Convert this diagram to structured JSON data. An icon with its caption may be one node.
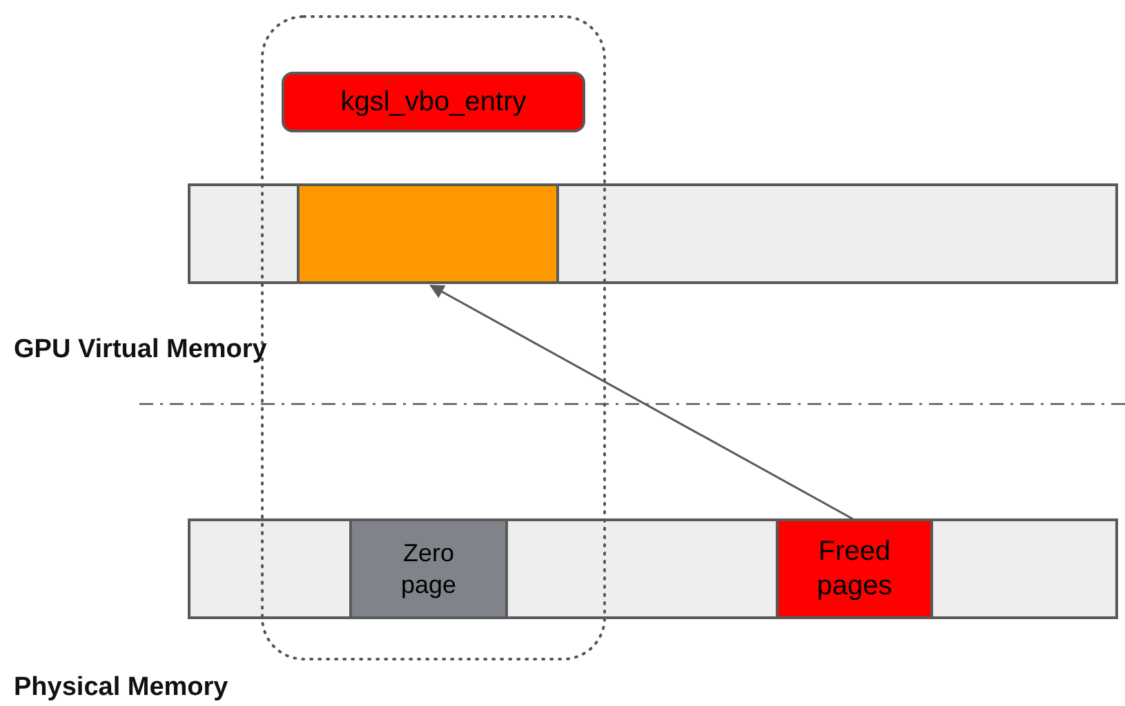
{
  "diagram": {
    "nodes": [
      {
        "text": [
          "kgsl_vbo_entry"
        ]
      },
      {
        "text": [],
        "shape": "box"
      },
      {
        "text": [],
        "shape": "box",
        "in": 1
      },
      {
        "text": [],
        "shape": "box"
      },
      {
        "text": [
          "Zero page"
        ],
        "in": 3
      },
      {
        "text": [
          "Freed pages"
        ],
        "in": 3
      }
    ],
    "edges": [
      {
        "from": 5,
        "to": 2,
        "arrow": "to"
      }
    ],
    "labels": [
      "GPU Virtual Memory",
      "Physical Memory"
    ]
  }
}
